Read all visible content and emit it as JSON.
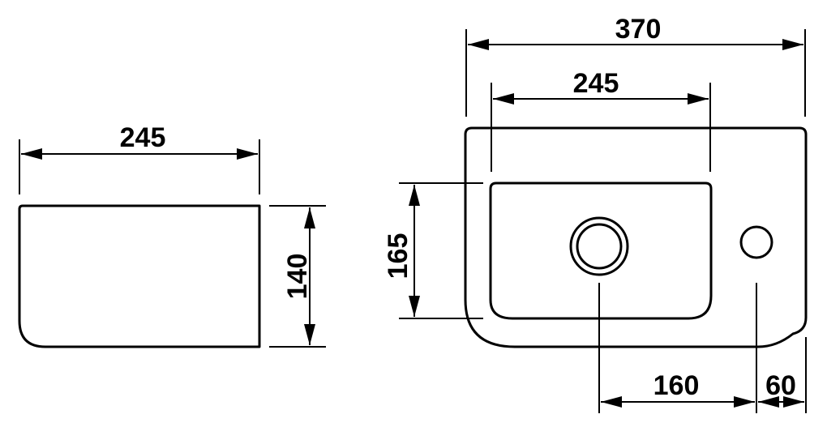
{
  "side_view": {
    "width_label": "245",
    "height_label": "140"
  },
  "top_view": {
    "overall_width_label": "370",
    "bowl_width_label": "245",
    "bowl_depth_label": "165",
    "drain_to_tap_label": "160",
    "tap_to_edge_label": "60"
  },
  "colors": {
    "line": "#000000",
    "background": "#ffffff"
  }
}
